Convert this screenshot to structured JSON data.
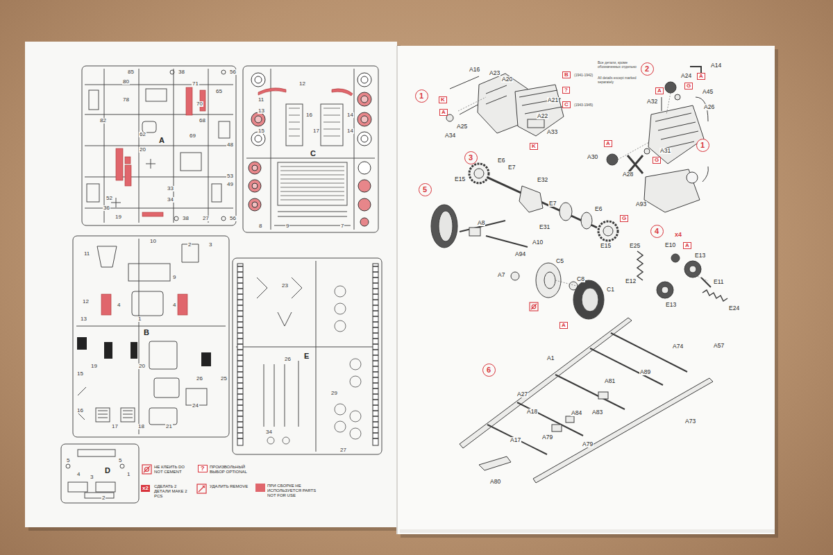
{
  "diagram": {
    "nodes": [
      {
        "text": [
          "1"
        ]
      },
      {
        "text": [
          "2"
        ]
      },
      {
        "text": [
          "1"
        ]
      },
      {
        "text": [
          "3"
        ]
      },
      {
        "text": [
          "5"
        ]
      },
      {
        "text": [
          "4"
        ]
      },
      {
        "text": [
          "6"
        ]
      }
    ],
    "labels": [
      "85",
      "38",
      "56",
      "80",
      "78",
      "71",
      "65",
      "70",
      "68",
      "69",
      "62",
      "A",
      "82",
      "20",
      "33",
      "34",
      "36",
      "53",
      "52",
      "19",
      "27",
      "38",
      "56",
      "48",
      "49",
      "12",
      "11",
      "13",
      "16",
      "15",
      "17",
      "14",
      "14",
      "C",
      "8",
      "9",
      "7",
      "10",
      "2",
      "3",
      "11",
      "9",
      "12",
      "4",
      "4",
      "13",
      "B",
      "1",
      "15",
      "19",
      "20",
      "26",
      "25",
      "16",
      "17",
      "18",
      "21",
      "24",
      "E",
      "26",
      "23",
      "29",
      "34",
      "27",
      "5",
      "5",
      "D",
      "4",
      "3",
      "1",
      "2",
      "?",
      "x2",
      "A16",
      "A23",
      "A20",
      "K",
      "A",
      "A25",
      "A34",
      "A21",
      "A22",
      "A33",
      "K",
      "B",
      "(1941-1942)",
      "?",
      "C",
      "(1943-1945)",
      "Все детали, кроме обозначенных отдельно",
      "All details except marked separately",
      "A14",
      "A24",
      "A",
      "A",
      "G",
      "A45",
      "A32",
      "A26",
      "A31",
      "A",
      "A30",
      "A28",
      "G",
      "A93",
      "E6",
      "E7",
      "E15",
      "E32",
      "E7",
      "E6",
      "G",
      "E15",
      "E31",
      "A8",
      "A10",
      "A94",
      "A7",
      "C5",
      "C8",
      "C1",
      "A",
      "x4",
      "E10",
      "A",
      "E25",
      "E13",
      "E12",
      "E11",
      "E13",
      "E24",
      "A74",
      "A57",
      "A1",
      "A89",
      "A81",
      "A83",
      "A27",
      "A18",
      "A84",
      "A79",
      "A79",
      "A73",
      "A17",
      "A80"
    ],
    "legend": [
      {
        "text": "НЕ КЛЕИТЬ DO NOT CEMENT"
      },
      {
        "text": "ПРОИЗВОЛЬНЫЙ ВЫБОР OPTIONAL"
      },
      {
        "text": "СДЕЛАТЬ 2 ДЕТАЛИ MAKE 2 PCS"
      },
      {
        "text": "УДАЛИТЬ REMOVE"
      },
      {
        "text": "ПРИ СБОРКЕ НЕ ИСПОЛЬЗУЕТСЯ PARTS NOT FOR USE",
        "color": "#e0666c"
      }
    ]
  }
}
